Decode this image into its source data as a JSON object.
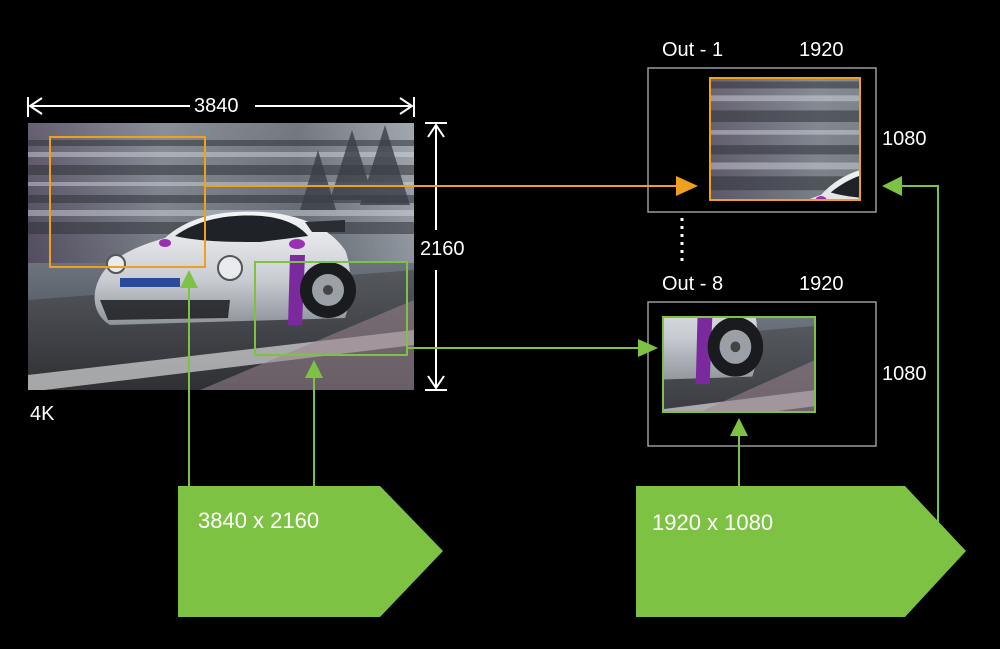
{
  "source": {
    "width_label": "3840",
    "height_label": "2160",
    "format_label": "4K",
    "resolution_tag": "3840 x 2160"
  },
  "outputs": [
    {
      "name": "Out - 1",
      "width_label": "1920",
      "height_label": "1080"
    },
    {
      "name": "Out - 8",
      "width_label": "1920",
      "height_label": "1080"
    }
  ],
  "output_resolution_tag": "1920 x 1080",
  "colors": {
    "background": "#000000",
    "crop_orange": "#f0a020",
    "crop_green": "#7dc242",
    "tag_green": "#7dc242",
    "frame_gray": "#9a9a9a",
    "text": "#ffffff"
  },
  "icons": [
    "dimension-arrow-horizontal-icon",
    "dimension-arrow-vertical-icon",
    "vertical-ellipsis-icon"
  ]
}
